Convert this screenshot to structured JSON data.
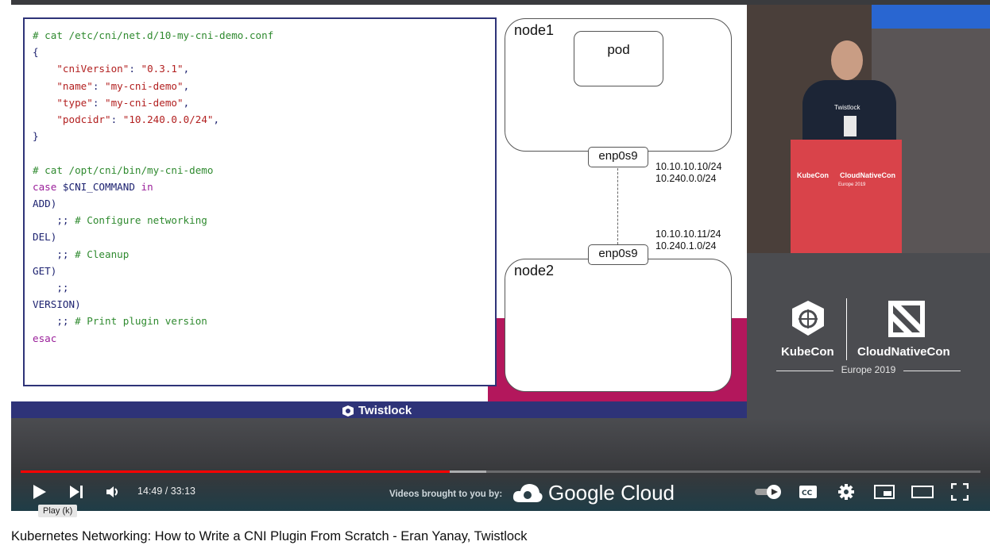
{
  "slide": {
    "code_lines": [
      [
        {
          "t": "# cat /etc/cni/net.d/10-my-cni-demo.conf",
          "c": "cmt"
        }
      ],
      [
        {
          "t": "{",
          "c": "var"
        }
      ],
      [
        {
          "t": "    ",
          "c": "var"
        },
        {
          "t": "\"cniVersion\"",
          "c": "str"
        },
        {
          "t": ": ",
          "c": "var"
        },
        {
          "t": "\"0.3.1\"",
          "c": "str"
        },
        {
          "t": ",",
          "c": "var"
        }
      ],
      [
        {
          "t": "    ",
          "c": "var"
        },
        {
          "t": "\"name\"",
          "c": "str"
        },
        {
          "t": ": ",
          "c": "var"
        },
        {
          "t": "\"my-cni-demo\"",
          "c": "str"
        },
        {
          "t": ",",
          "c": "var"
        }
      ],
      [
        {
          "t": "    ",
          "c": "var"
        },
        {
          "t": "\"type\"",
          "c": "str"
        },
        {
          "t": ": ",
          "c": "var"
        },
        {
          "t": "\"my-cni-demo\"",
          "c": "str"
        },
        {
          "t": ",",
          "c": "var"
        }
      ],
      [
        {
          "t": "    ",
          "c": "var"
        },
        {
          "t": "\"podcidr\"",
          "c": "str"
        },
        {
          "t": ": ",
          "c": "var"
        },
        {
          "t": "\"10.240.0.0/24\"",
          "c": "str"
        },
        {
          "t": ",",
          "c": "var"
        }
      ],
      [
        {
          "t": "}",
          "c": "var"
        }
      ],
      [
        {
          "t": "",
          "c": "var"
        }
      ],
      [
        {
          "t": "# cat /opt/cni/bin/my-cni-demo",
          "c": "cmt"
        }
      ],
      [
        {
          "t": "case",
          "c": "kw"
        },
        {
          "t": " $CNI_COMMAND ",
          "c": "var"
        },
        {
          "t": "in",
          "c": "kw"
        }
      ],
      [
        {
          "t": "ADD)",
          "c": "var"
        }
      ],
      [
        {
          "t": "    ;; ",
          "c": "var"
        },
        {
          "t": "# Configure networking",
          "c": "cmt"
        }
      ],
      [
        {
          "t": "DEL)",
          "c": "var"
        }
      ],
      [
        {
          "t": "    ;; ",
          "c": "var"
        },
        {
          "t": "# Cleanup",
          "c": "cmt"
        }
      ],
      [
        {
          "t": "GET)",
          "c": "var"
        }
      ],
      [
        {
          "t": "    ;;",
          "c": "var"
        }
      ],
      [
        {
          "t": "VERSION)",
          "c": "var"
        }
      ],
      [
        {
          "t": "    ;; ",
          "c": "var"
        },
        {
          "t": "# Print plugin version",
          "c": "cmt"
        }
      ],
      [
        {
          "t": "esac",
          "c": "kw"
        }
      ]
    ],
    "diagram": {
      "node1_label": "node1",
      "node2_label": "node2",
      "pod_label": "pod",
      "iface1_label": "enp0s9",
      "iface2_label": "enp0s9",
      "node1_ip": "10.10.10.10/24",
      "node1_cidr": "10.240.0.0/24",
      "node2_ip": "10.10.10.11/24",
      "node2_cidr": "10.240.1.0/24"
    },
    "footer_logo": "Twistlock"
  },
  "speaker": {
    "shirt_logo": "Twistlock",
    "podium_kubecon": "KubeCon",
    "podium_cnc": "CloudNativeCon",
    "podium_event": "Europe 2019"
  },
  "branding": {
    "kubecon": "KubeCon",
    "cloudnativecon": "CloudNativeCon",
    "event": "Europe 2019"
  },
  "player": {
    "progress_played": 0.4469,
    "progress_buffered": 0.485,
    "time_current": "14:49",
    "time_separator": " / ",
    "time_total": "33:13",
    "sponsor_text": "Videos brought to you by:",
    "sponsor_brand": "Google Cloud",
    "tooltip": "Play (k)",
    "colors": {
      "played": "#ff0000",
      "slide_border": "#2e3378",
      "accent_stripe": "#b3175c"
    },
    "icons": [
      "play-icon",
      "next-icon",
      "volume-icon",
      "autoplay-toggle-icon",
      "captions-icon",
      "settings-icon",
      "miniplayer-icon",
      "theater-icon",
      "fullscreen-icon"
    ]
  },
  "video": {
    "title": "Kubernetes Networking: How to Write a CNI Plugin From Scratch - Eran Yanay, Twistlock"
  }
}
